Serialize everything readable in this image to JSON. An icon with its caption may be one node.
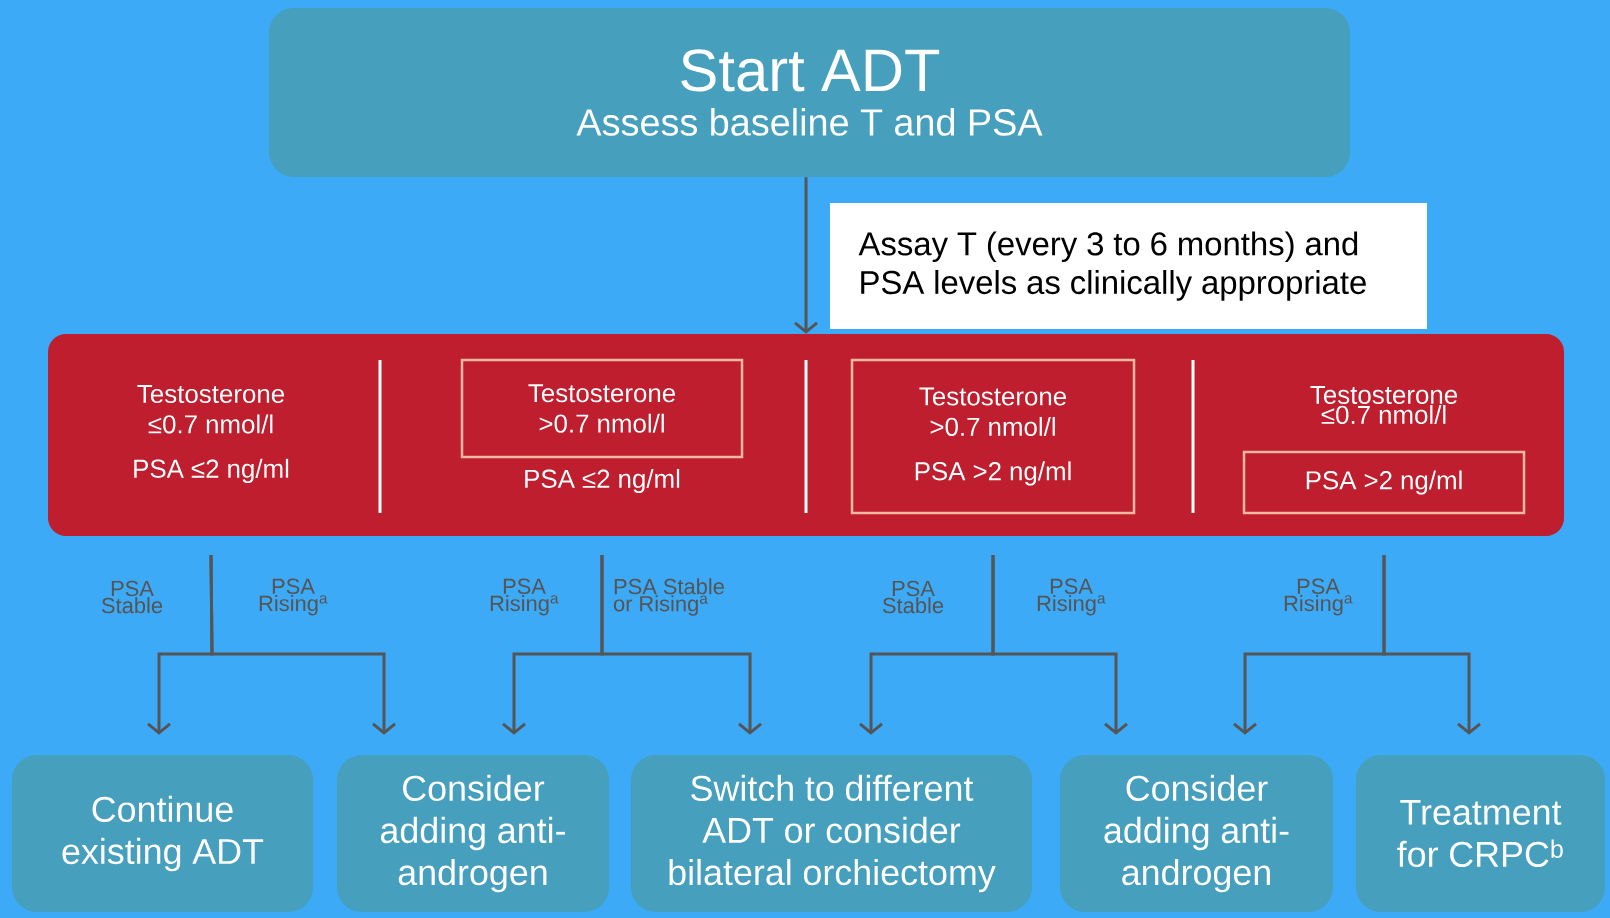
{
  "diagram": {
    "nodes": [
      {
        "text": [
          "Start ADT",
          "Assess baseline T and PSA"
        ]
      },
      {
        "text": [
          "Assay T (every 3 to 6 months) and PSA levels as clinically appropriate"
        ]
      },
      {
        "text": [],
        "shape": "band"
      },
      {
        "text": [
          "Testosterone ≤0.7 nmol/l",
          "PSA ≤2 ng/ml"
        ],
        "in": 2
      },
      {
        "text": [
          "Testosterone >0.7 nmol/l"
        ],
        "beside": [
          "PSA ≤2 ng/ml"
        ],
        "in": 2
      },
      {
        "text": [
          "Testosterone >0.7 nmol/l",
          "PSA >2 ng/ml"
        ],
        "in": 2
      },
      {
        "text": [
          "PSA >2 ng/ml"
        ],
        "beside": [
          "Testosterone ≤0.7 nmol/l"
        ],
        "in": 2
      },
      {
        "text": [
          "Continue existing ADT"
        ]
      },
      {
        "text": [
          "Consider adding anti-androgen"
        ]
      },
      {
        "text": [
          "Switch to different ADT or consider bilateral orchiectomy"
        ]
      },
      {
        "text": [
          "Consider adding anti-androgen"
        ]
      },
      {
        "text": [
          "Treatment for CRPC$^{b}$"
        ]
      }
    ],
    "edges": [
      {
        "from": 0,
        "to": 2,
        "arrow": "to"
      },
      {
        "from": 3,
        "to": 7,
        "arrow": "to",
        "label": "PSA Stable"
      },
      {
        "from": 3,
        "to": 8,
        "arrow": "to",
        "label": "PSA Rising$^{a}$"
      },
      {
        "from": 4,
        "to": 8,
        "arrow": "to",
        "label": "PSA Rising$^{a}$"
      },
      {
        "from": 4,
        "to": 9,
        "arrow": "to",
        "label": "PSA Stable or Rising$^{a}$"
      },
      {
        "from": 5,
        "to": 9,
        "arrow": "to",
        "label": "PSA Stable"
      },
      {
        "from": 5,
        "to": 10,
        "arrow": "to",
        "label": "PSA Rising$^{a}$"
      },
      {
        "from": 6,
        "to": 10,
        "arrow": "to",
        "label": "PSA Rising$^{a}$"
      },
      {
        "from": 6,
        "to": 11,
        "arrow": "to"
      }
    ]
  }
}
